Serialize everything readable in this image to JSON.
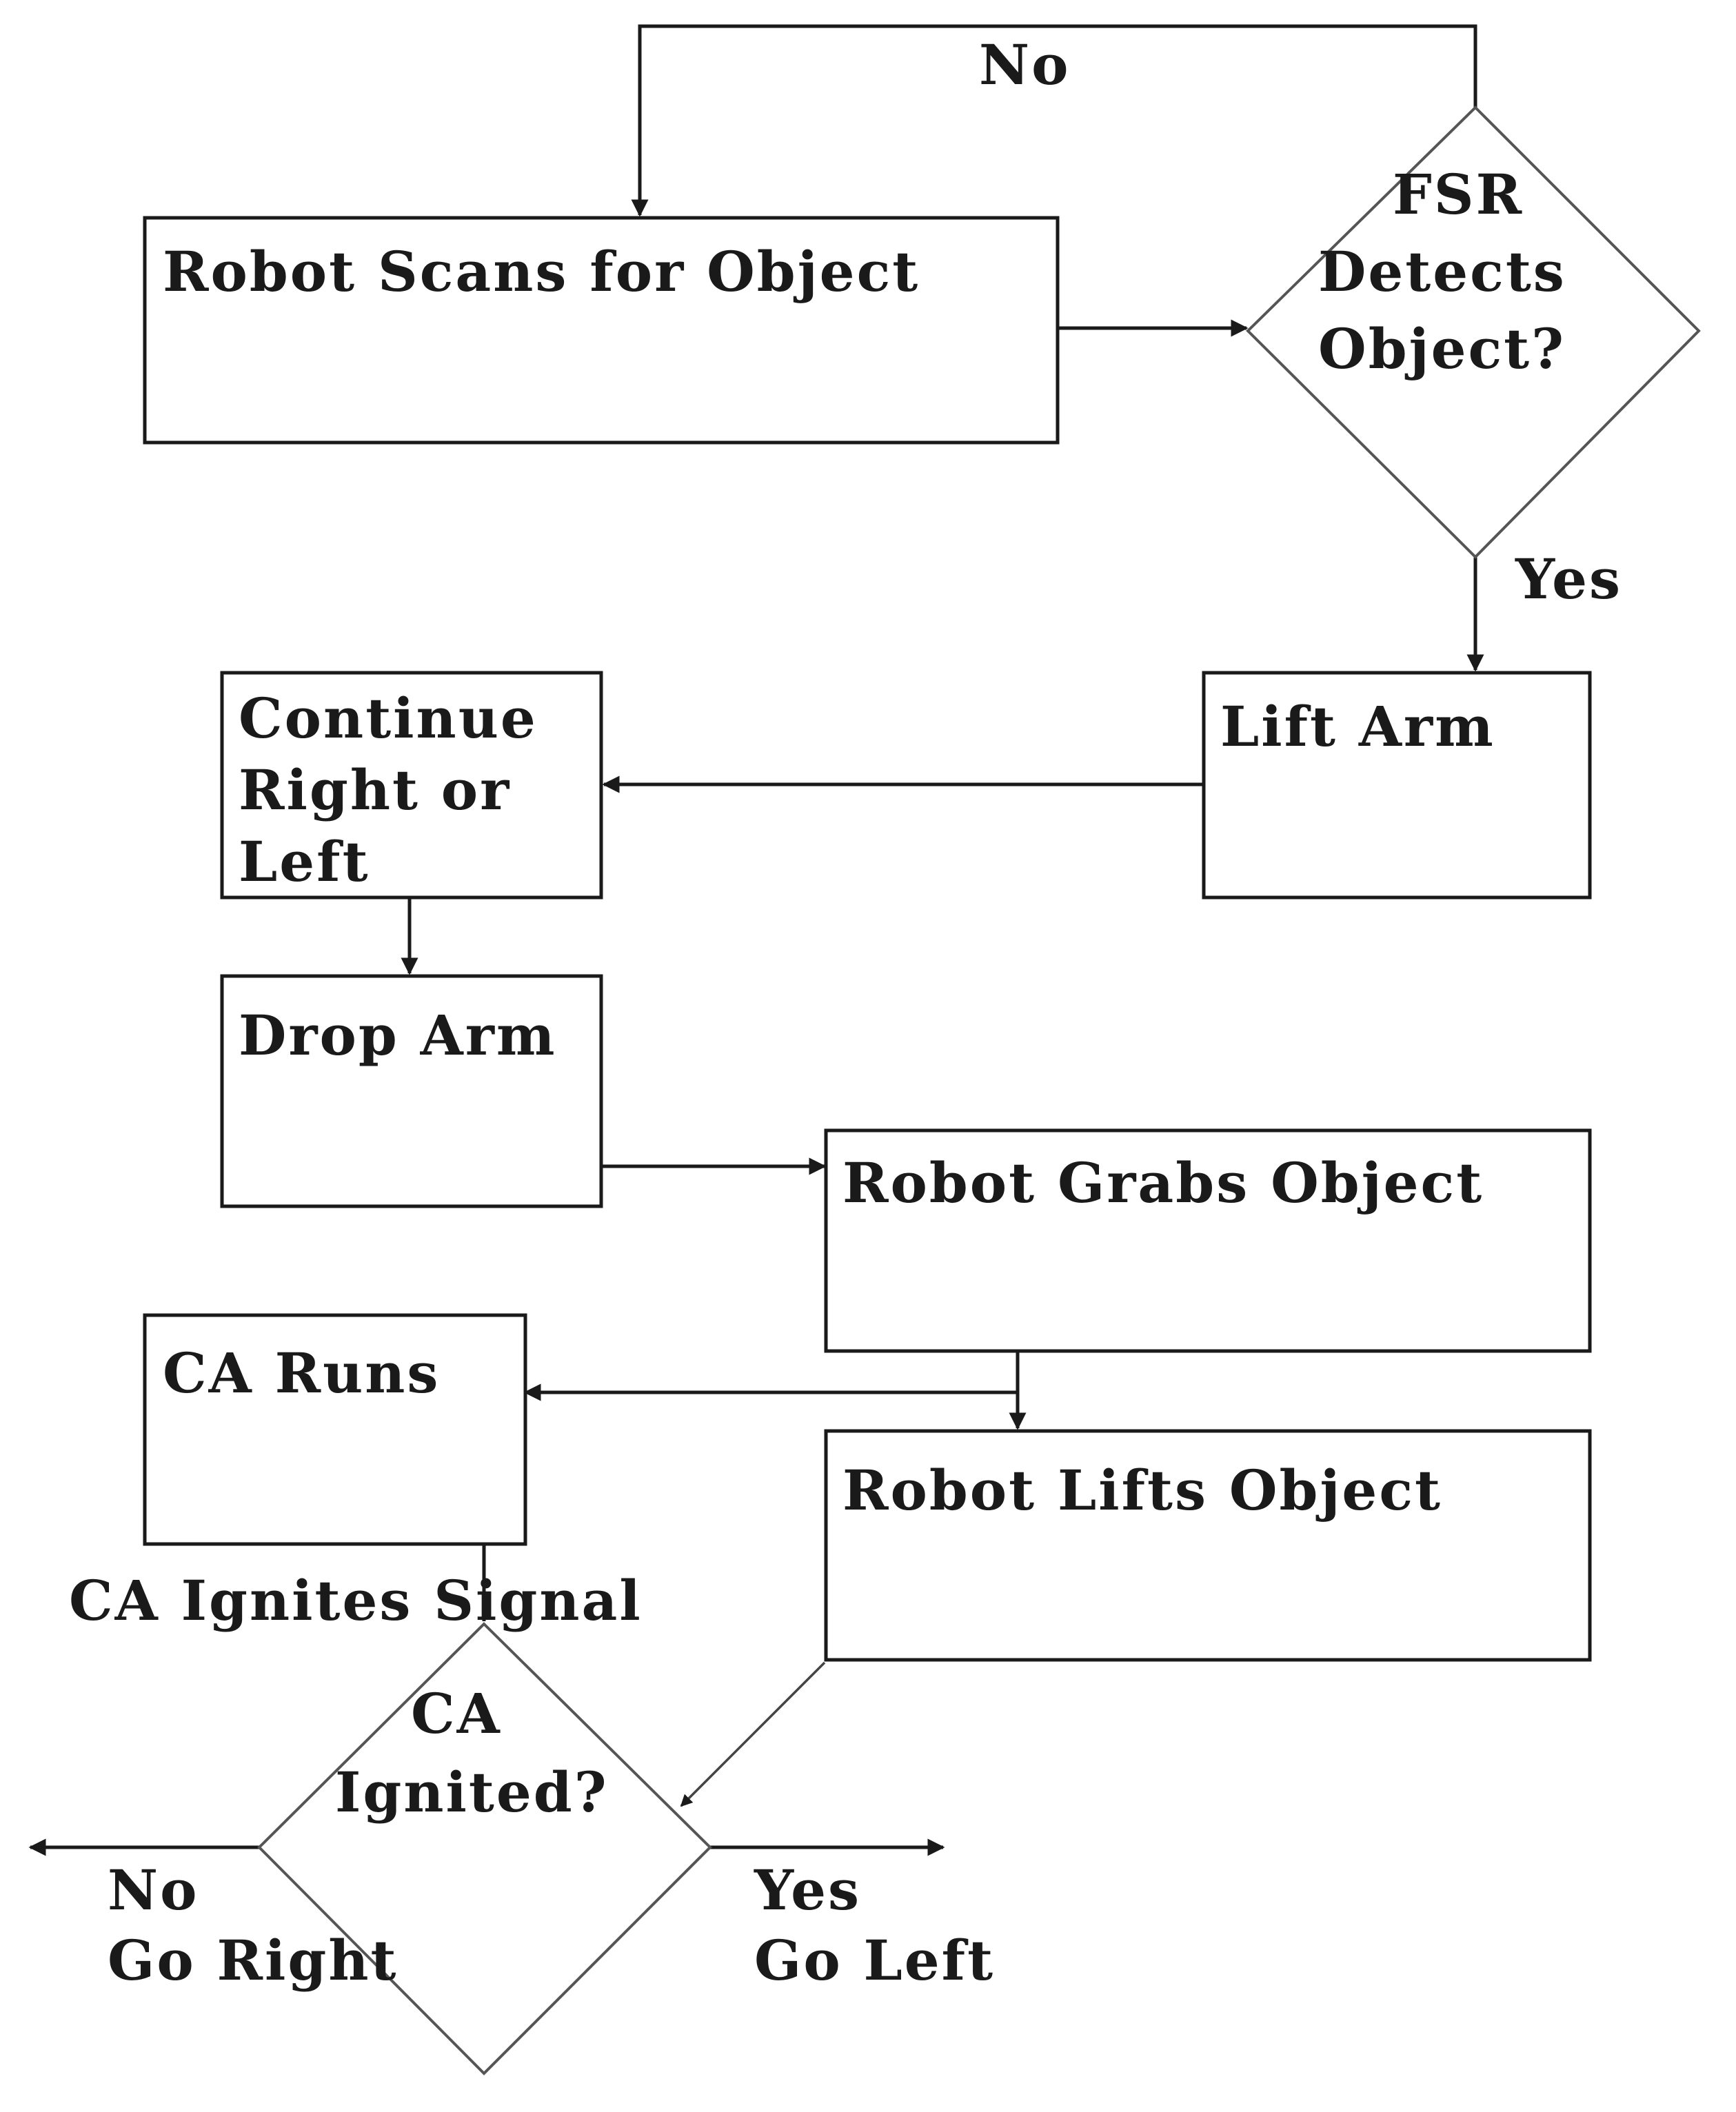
{
  "nodes": {
    "scan": "Robot Scans for Object",
    "fsr_decision": [
      "FSR",
      "Detects",
      "Object?"
    ],
    "lift_arm": "Lift Arm",
    "continue_dir": [
      "Continue",
      "Right or",
      "Left"
    ],
    "drop_arm": "Drop Arm",
    "grabs": "Robot Grabs Object",
    "ca_runs": "CA Runs",
    "lifts": "Robot Lifts Object",
    "ca_decision": [
      "CA",
      "Ignited?"
    ]
  },
  "edge_labels": {
    "fsr_no": "No",
    "fsr_yes": "Yes",
    "ca_ignites": "CA Ignites Signal",
    "ca_no": [
      "No",
      "Go Right"
    ],
    "ca_yes": [
      "Yes",
      "Go Left"
    ]
  }
}
